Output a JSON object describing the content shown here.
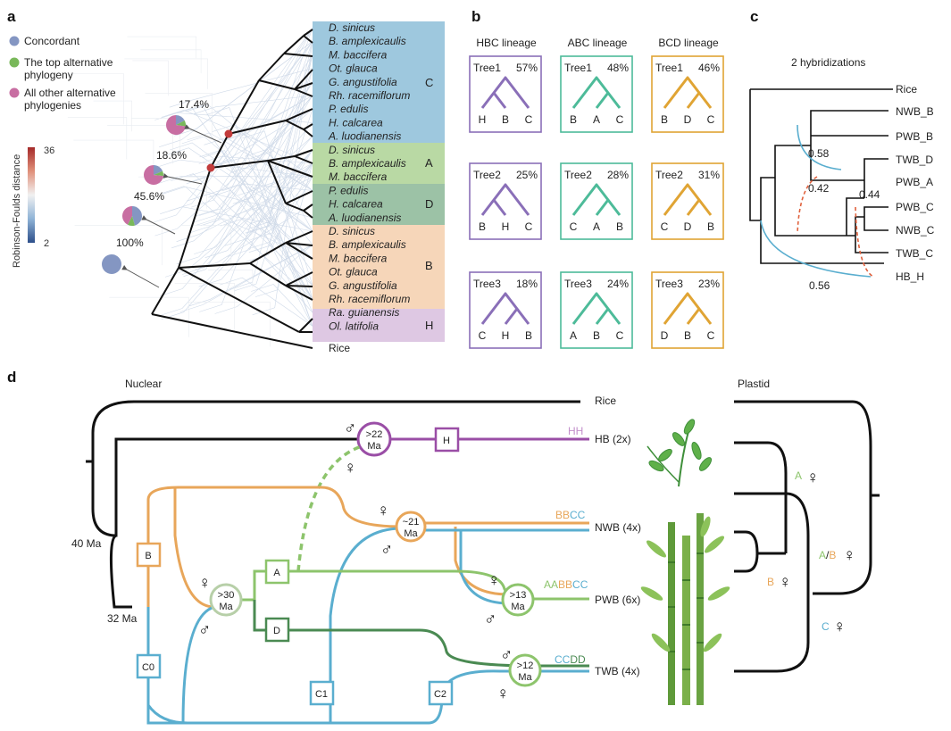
{
  "colors": {
    "hb": "#8a6fb8",
    "abc": "#4dbb99",
    "bcd": "#e0a434",
    "clade_c": "#7db5d3",
    "clade_a": "#a8d08d",
    "clade_d": "#5a9a6a",
    "clade_b": "#f2c49b",
    "clade_h": "#d3b6d9",
    "purple": "#9a4ea6",
    "orange": "#e8a65a",
    "lightgreen": "#8dc46c",
    "darkgreen": "#4a8a52",
    "blue": "#5aaecf",
    "pie_concordant": "#8496c2",
    "pie_top": "#79b85a",
    "pie_other": "#c86ea2",
    "red_dash": "#e0613d"
  },
  "panel_a": {
    "label": "a",
    "legend": {
      "concordant": "Concordant",
      "top_alt_line1": "The top alternative",
      "top_alt_line2": "phylogeny",
      "other_alt_line1": "All other alternative",
      "other_alt_line2": "phylogenies"
    },
    "colorbar": {
      "title": "Robinson-Foulds distance",
      "max": "36",
      "min": "2"
    },
    "pies": [
      {
        "label": "17.4%",
        "concordant": 0.174,
        "top": 0.1,
        "other": 0.726
      },
      {
        "label": "18.6%",
        "concordant": 0.186,
        "top": 0.08,
        "other": 0.734
      },
      {
        "label": "45.6%",
        "concordant": 0.456,
        "top": 0.12,
        "other": 0.424
      },
      {
        "label": "100%",
        "concordant": 1.0,
        "top": 0.0,
        "other": 0.0
      }
    ],
    "taxa": [
      "D. sinicus",
      "B. amplexicaulis",
      "M. baccifera",
      "Ot. glauca",
      "G. angustifolia",
      "Rh. racemiflorum",
      "P. edulis",
      "H. calcarea",
      "A. luodianensis",
      "D. sinicus",
      "B. amplexicaulis",
      "M. baccifera",
      "P. edulis",
      "H. calcarea",
      "A. luodianensis",
      "D. sinicus",
      "B. amplexicaulis",
      "M. baccifera",
      "Ot. glauca",
      "G. angustifolia",
      "Rh. racemiflorum",
      "Ra. guianensis",
      "Ol. latifolia"
    ],
    "rice": "Rice",
    "clades": {
      "c": "C",
      "a": "A",
      "d": "D",
      "b": "B",
      "h": "H"
    }
  },
  "panel_b": {
    "label": "b",
    "lineages": [
      {
        "title": "HBC lineage",
        "key": "hb",
        "trees": [
          {
            "name": "Tree1",
            "pct": "57%",
            "tips": [
              "H",
              "B",
              "C"
            ],
            "shape": "left"
          },
          {
            "name": "Tree2",
            "pct": "25%",
            "tips": [
              "B",
              "H",
              "C"
            ],
            "shape": "left"
          },
          {
            "name": "Tree3",
            "pct": "18%",
            "tips": [
              "C",
              "H",
              "B"
            ],
            "shape": "right"
          }
        ]
      },
      {
        "title": "ABC lineage",
        "key": "abc",
        "trees": [
          {
            "name": "Tree1",
            "pct": "48%",
            "tips": [
              "B",
              "A",
              "C"
            ],
            "shape": "right"
          },
          {
            "name": "Tree2",
            "pct": "28%",
            "tips": [
              "C",
              "A",
              "B"
            ],
            "shape": "right"
          },
          {
            "name": "Tree3",
            "pct": "24%",
            "tips": [
              "A",
              "B",
              "C"
            ],
            "shape": "right"
          }
        ]
      },
      {
        "title": "BCD lineage",
        "key": "bcd",
        "trees": [
          {
            "name": "Tree1",
            "pct": "46%",
            "tips": [
              "B",
              "D",
              "C"
            ],
            "shape": "right"
          },
          {
            "name": "Tree2",
            "pct": "31%",
            "tips": [
              "C",
              "D",
              "B"
            ],
            "shape": "right"
          },
          {
            "name": "Tree3",
            "pct": "23%",
            "tips": [
              "D",
              "B",
              "C"
            ],
            "shape": "right"
          }
        ]
      }
    ]
  },
  "panel_c": {
    "label": "c",
    "title": "2 hybridizations",
    "tips": [
      "Rice",
      "NWB_B",
      "PWB_B",
      "TWB_D",
      "PWB_A",
      "PWB_C",
      "NWB_C",
      "TWB_C",
      "HB_H"
    ],
    "gammas": [
      "0.58",
      "0.42",
      "0.44",
      "0.56"
    ]
  },
  "panel_d": {
    "label": "d",
    "nuclear": "Nuclear",
    "plastid": "Plastid",
    "times": {
      "t40": "40 Ma",
      "t32": "32 Ma"
    },
    "boxes": {
      "b": "B",
      "c0": "C0",
      "a": "A",
      "d": "D",
      "c1": "C1",
      "c2": "C2",
      "h": "H"
    },
    "nodes": {
      "hb_line1": ">22",
      "hb_line2": "Ma",
      "nwb_line1": "~21",
      "nwb_line2": "Ma",
      "abd_line1": ">30",
      "abd_line2": "Ma",
      "pwb_line1": ">13",
      "pwb_line2": "Ma",
      "twb_line1": ">12",
      "twb_line2": "Ma"
    },
    "genomes": {
      "hh": "HH",
      "bbcc": "BBCC",
      "aabbcc": "AABBCC",
      "ccdd": "CCDD"
    },
    "tips": {
      "rice": "Rice",
      "hb": "HB (2x)",
      "nwb": "NWB (4x)",
      "pwb": "PWB (6x)",
      "twb": "TWB (4x)"
    },
    "plastid_labels": {
      "a": "A",
      "ab_a": "A",
      "ab_slash": "/",
      "ab_b": "B",
      "b": "B",
      "c": "C"
    },
    "symbols": {
      "male": "♂",
      "female": "♀"
    }
  }
}
